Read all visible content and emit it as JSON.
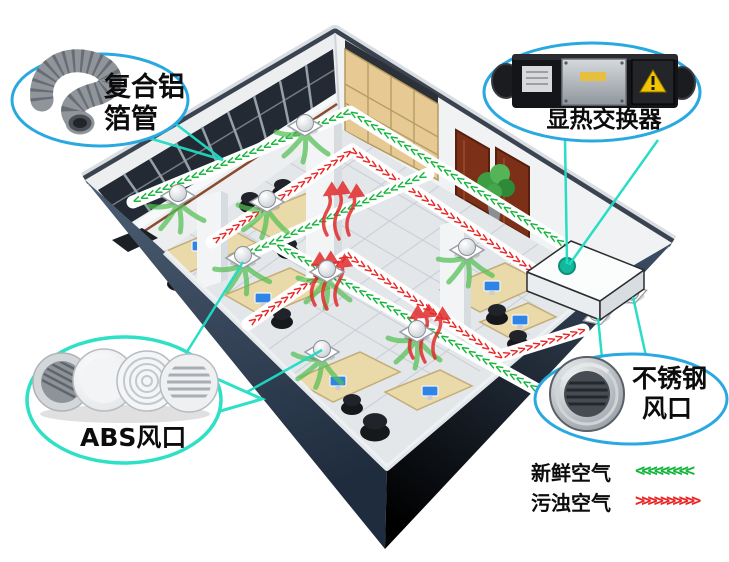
{
  "colors": {
    "fresh_air_green": "#12b53a",
    "exhaust_air_red": "#e92525",
    "leader_teal": "#1edcc4",
    "callout_border_blue": "#2aa9e1",
    "callout_border_turquoise": "#2ee0c6"
  },
  "ducts": {
    "chevron_glyph": ">"
  },
  "callouts": {
    "flex_duct": {
      "line1": "复合铝",
      "line2": "箔管"
    },
    "heat_exchanger": {
      "label": "显热交换器"
    },
    "abs_vent": {
      "label": "ABS风口"
    },
    "steel_vent": {
      "line1": "不锈钢",
      "line2": "风口"
    }
  },
  "legend": {
    "fresh": {
      "label": "新鲜空气",
      "arrows": "<<<<<<<<<"
    },
    "exhaust": {
      "label": "污浊空气",
      "arrows": ">>>>>>>>>>"
    }
  }
}
